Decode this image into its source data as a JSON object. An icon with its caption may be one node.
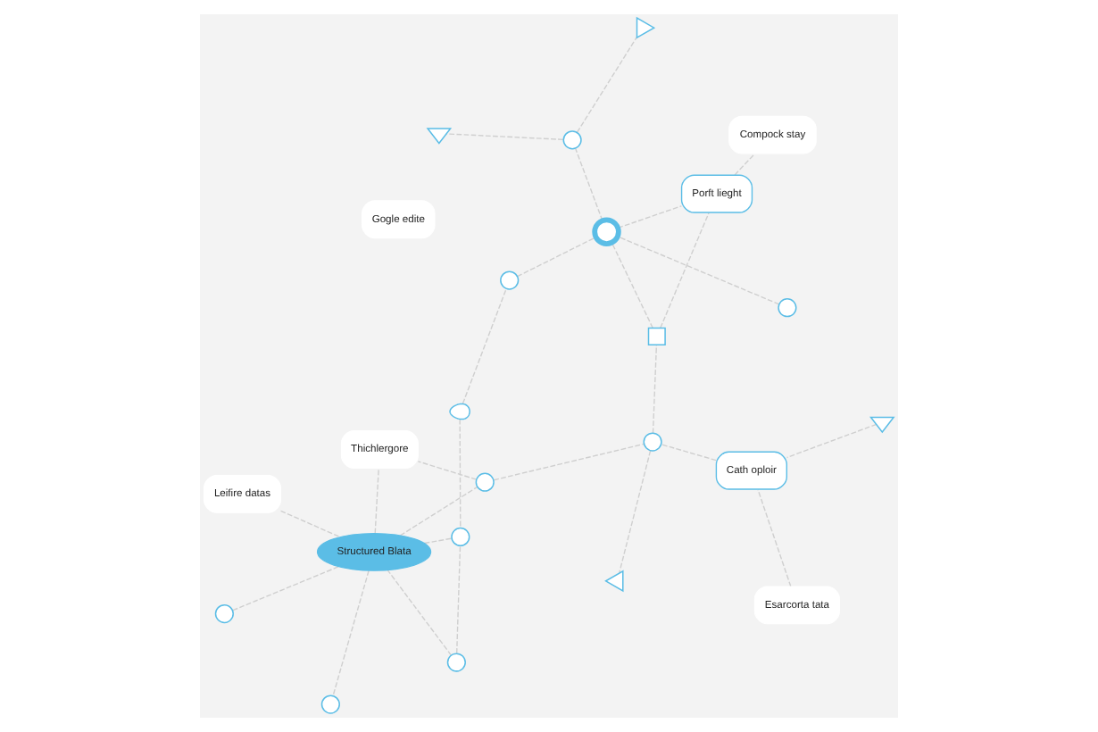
{
  "diagram": {
    "nodes": [
      {
        "text": [
          "Esarcorta tata"
        ]
      },
      {
        "text": [
          "Gogle edite"
        ]
      },
      {
        "text": [],
        "shape": "triangle"
      },
      {
        "text": [],
        "shape": "circle"
      },
      {
        "text": [],
        "shape": "drop"
      },
      {
        "text": [
          "Cath oploir"
        ]
      },
      {
        "text": [
          "Leifire datas"
        ]
      },
      {
        "text": [],
        "shape": "circle"
      },
      {
        "text": [],
        "shape": "circle"
      },
      {
        "text": [],
        "shape": "circle"
      },
      {
        "text": [],
        "shape": "circle"
      },
      {
        "text": [],
        "shape": "circle"
      },
      {
        "text": [
          "Structured Blata"
        ]
      },
      {
        "text": [],
        "shape": "ring"
      },
      {
        "text": [],
        "shape": "square"
      },
      {
        "text": [],
        "shape": "triangle"
      },
      {
        "text": [],
        "shape": "circle"
      },
      {
        "text": [],
        "shape": "circle"
      },
      {
        "text": [],
        "shape": "circle"
      },
      {
        "text": [
          "Porft lieght"
        ]
      },
      {
        "text": [],
        "shape": "triangle"
      },
      {
        "text": [],
        "shape": "triangle"
      },
      {
        "text": [
          "Thichlergore"
        ]
      },
      {
        "text": [
          "Compock stay"
        ]
      }
    ],
    "edges": [
      {
        "from": 0,
        "to": 5,
        "arrow": "none",
        "style": "dashed"
      },
      {
        "from": 2,
        "to": 5,
        "arrow": "none",
        "style": "dashed"
      },
      {
        "from": 4,
        "to": 3,
        "arrow": "none",
        "style": "dashed"
      },
      {
        "from": 3,
        "to": 13,
        "arrow": "none",
        "style": "dashed"
      },
      {
        "from": 5,
        "to": 11,
        "arrow": "none",
        "style": "dashed"
      },
      {
        "from": 4,
        "to": 10,
        "arrow": "none",
        "style": "dashed"
      },
      {
        "from": 6,
        "to": 12,
        "arrow": "none",
        "style": "dashed"
      },
      {
        "from": 9,
        "to": 12,
        "arrow": "none",
        "style": "dashed"
      },
      {
        "from": 7,
        "to": 12,
        "arrow": "none",
        "style": "dashed"
      },
      {
        "from": 7,
        "to": 10,
        "arrow": "none",
        "style": "dashed"
      },
      {
        "from": 12,
        "to": 10,
        "arrow": "none",
        "style": "dashed"
      },
      {
        "from": 8,
        "to": 13,
        "arrow": "none",
        "style": "dashed"
      },
      {
        "from": 11,
        "to": 14,
        "arrow": "none",
        "style": "dashed"
      },
      {
        "from": 14,
        "to": 13,
        "arrow": "none",
        "style": "dashed"
      },
      {
        "from": 11,
        "to": 21,
        "arrow": "none",
        "style": "dashed"
      },
      {
        "from": 16,
        "to": 11,
        "arrow": "none",
        "style": "dashed"
      },
      {
        "from": 12,
        "to": 16,
        "arrow": "none",
        "style": "dashed"
      },
      {
        "from": 12,
        "to": 17,
        "arrow": "none",
        "style": "dashed"
      },
      {
        "from": 12,
        "to": 22,
        "arrow": "none",
        "style": "dashed"
      },
      {
        "from": 16,
        "to": 22,
        "arrow": "none",
        "style": "dashed"
      },
      {
        "from": 13,
        "to": 19,
        "arrow": "none",
        "style": "dashed"
      },
      {
        "from": 13,
        "to": 18,
        "arrow": "none",
        "style": "dashed"
      },
      {
        "from": 18,
        "to": 15,
        "arrow": "none",
        "style": "dashed"
      },
      {
        "from": 18,
        "to": 20,
        "arrow": "none",
        "style": "dashed"
      },
      {
        "from": 14,
        "to": 19,
        "arrow": "none",
        "style": "dashed"
      },
      {
        "from": 19,
        "to": 23,
        "arrow": "none",
        "style": "dashed"
      }
    ]
  }
}
